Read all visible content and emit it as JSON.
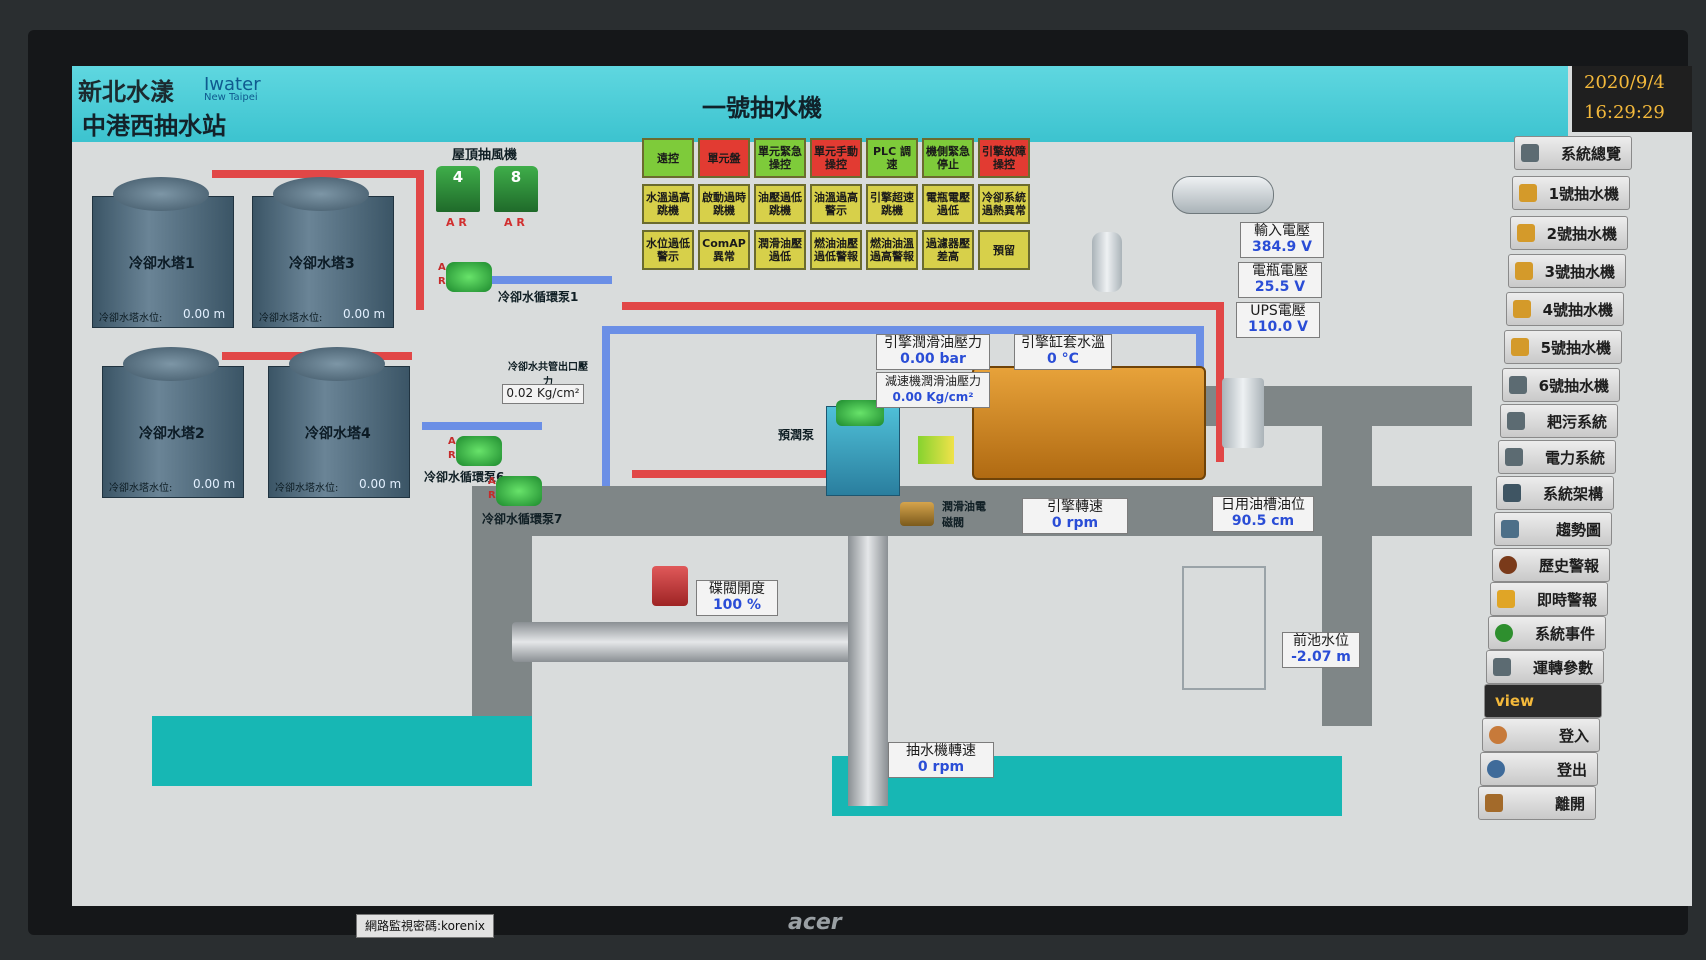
{
  "header": {
    "logo_main": "新北水漾",
    "logo_en1": "Iwater",
    "logo_en2": "New Taipei",
    "station": "中港西抽水站",
    "title": "一號抽水機",
    "date": "2020/9/4",
    "time": "16:29:29"
  },
  "nav": {
    "items": [
      {
        "label": "系統總覽"
      },
      {
        "label": "1號抽水機"
      },
      {
        "label": "2號抽水機"
      },
      {
        "label": "3號抽水機"
      },
      {
        "label": "4號抽水機"
      },
      {
        "label": "5號抽水機"
      },
      {
        "label": "6號抽水機"
      },
      {
        "label": "耙污系統"
      },
      {
        "label": "電力系統"
      },
      {
        "label": "系統架構"
      },
      {
        "label": "趨勢圖"
      },
      {
        "label": "歷史警報"
      },
      {
        "label": "即時警報"
      },
      {
        "label": "系統事件"
      },
      {
        "label": "運轉參數"
      },
      {
        "label": "view"
      },
      {
        "label": "登入"
      },
      {
        "label": "登出"
      },
      {
        "label": "離開"
      }
    ]
  },
  "alarms": {
    "row1": [
      "遠控",
      "單元盤",
      "單元緊急操控",
      "單元手動操控",
      "PLC 調速",
      "機側緊急停止",
      "引擎故障操控"
    ],
    "row2": [
      "水溫過高跳機",
      "啟動過時跳機",
      "油壓過低跳機",
      "油溫過高警示",
      "引擎超速跳機",
      "電瓶電壓過低",
      "冷卻系統過熱異常"
    ],
    "row3": [
      "水位過低警示",
      "ComAP 異常",
      "潤滑油壓過低",
      "燃油油壓過低警報",
      "燃油油溫過高警報",
      "過濾器壓差高",
      "預留"
    ]
  },
  "towers": [
    {
      "label": "冷卻水塔1",
      "level_label": "冷卻水塔水位:",
      "level": "0.00 m"
    },
    {
      "label": "冷卻水塔3",
      "level_label": "冷卻水塔水位:",
      "level": "0.00 m"
    },
    {
      "label": "冷卻水塔2",
      "level_label": "冷卻水塔水位:",
      "level": "0.00 m"
    },
    {
      "label": "冷卻水塔4",
      "level_label": "冷卻水塔水位:",
      "level": "0.00 m"
    }
  ],
  "fans": {
    "title": "屋頂抽風機",
    "fan1": "4",
    "fan2": "8",
    "ar": "A R"
  },
  "pumps": {
    "p1": "冷卻水循環泵1",
    "p6": "冷卻水循環泵6",
    "p7": "冷卻水循環泵7",
    "preheat": "預潤泵",
    "outlet_label": "冷卻水共管出口壓力",
    "outlet_value": "0.02 Kg/cm²",
    "ar_a": "A",
    "ar_r": "R"
  },
  "readouts": {
    "input_voltage_label": "輸入電壓",
    "input_voltage": "384.9 V",
    "battery_voltage_label": "電瓶電壓",
    "battery_voltage": "25.5 V",
    "ups_voltage_label": "UPS電壓",
    "ups_voltage": "110.0 V",
    "engine_oil_pressure_label": "引擎潤滑油壓力",
    "engine_oil_pressure": "0.00 bar",
    "engine_water_temp_label": "引擎缸套水溫",
    "engine_water_temp": "0 °C",
    "gear_oil_pressure_label": "減速機潤滑油壓力",
    "gear_oil_pressure": "0.00 Kg/cm²",
    "engine_speed_label": "引擎轉速",
    "engine_speed": "0 rpm",
    "day_tank_label": "日用油槽油位",
    "day_tank": "90.5 cm",
    "valve_label": "碟閥開度",
    "valve": "100 %",
    "pool_label": "前池水位",
    "pool": "-2.07 m",
    "pump_speed_label": "抽水機轉速",
    "pump_speed": "0 rpm",
    "lube_valve_label": "潤滑油電磁閥"
  },
  "footer": {
    "password_tag": "網路監視密碼:korenix",
    "brand": "acer"
  },
  "colors": {
    "header": "#3cc3cf",
    "pipe_hot": "#e14747",
    "pipe_cold": "#6b8fe6",
    "alarm_green": "#7ecb3a",
    "alarm_red": "#e23b32",
    "alarm_yellow": "#d7d04a",
    "value_blue": "#2a4dd6",
    "water": "#17b7b4"
  }
}
